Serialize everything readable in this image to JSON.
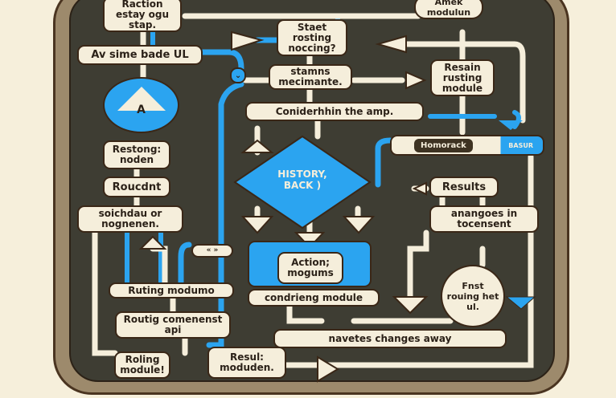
{
  "nodes": {
    "raction": "Raction estay ogu stap.",
    "av_sime": "Av sime bade UL",
    "circle_a": "A",
    "restong": "Restong: noden",
    "roucdnt": "Roucdnt",
    "soichdau": "soichdau or nognenen.",
    "nav_arrows": "« »",
    "routing_modumo": "Ruting modumo",
    "routig_comenenst": "Routig comenenst api",
    "roling": "Roling module!",
    "resul": "Resul: moduden.",
    "start": "Staet rosting noccing?",
    "stamns": "stamns mecimante.",
    "coniderhhin": "Coniderhhin the amp.",
    "history": "HISTORY, BACK )",
    "action": "Action; mogums",
    "condrieng": "condrieng module",
    "navetes": "navetes changes away",
    "resain": "Resain rusting module",
    "homorack": "Homorack",
    "basur": "BASUR",
    "results": "Results",
    "anangoes": "anangoes in tocensent",
    "fnst": "Fnst rouing het ul.",
    "amek": "Amek modulun"
  },
  "colors": {
    "blue": "#2ba4f0",
    "cream": "#f5eedb",
    "dark": "#3e3d33",
    "frame": "#9d8a6c"
  }
}
